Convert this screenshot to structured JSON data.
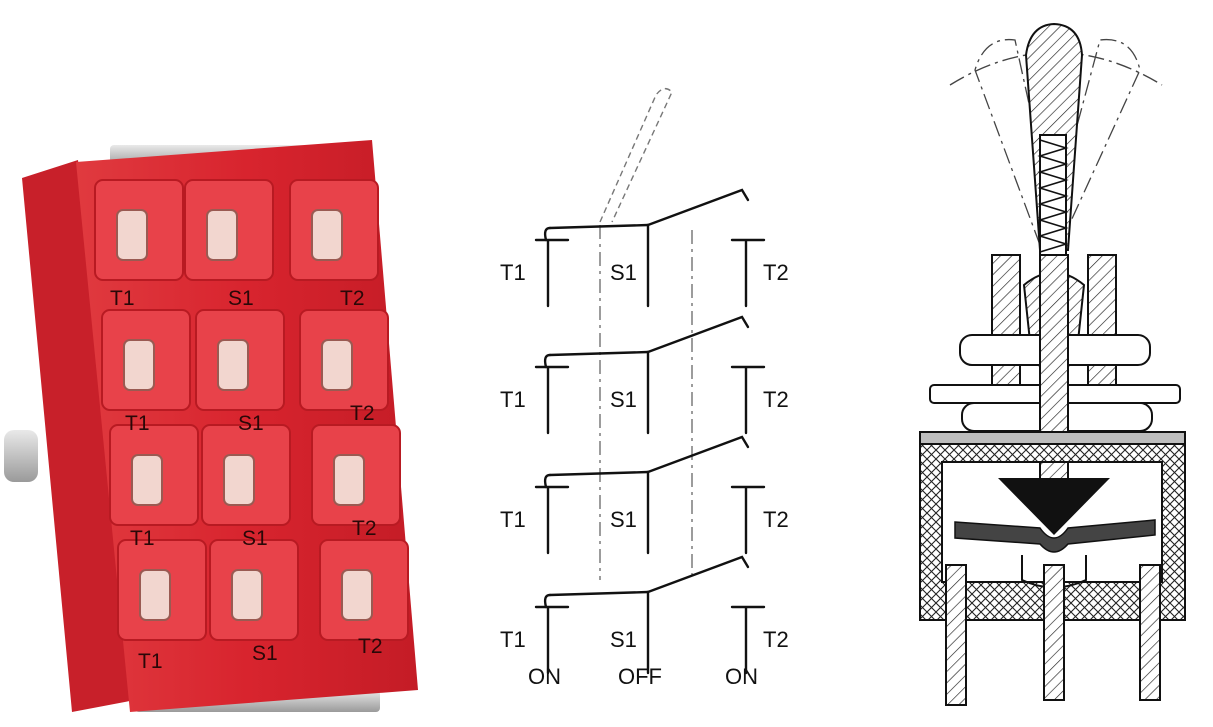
{
  "switch_photo": {
    "rows": [
      {
        "terminals": [
          "T1",
          "S1",
          "T2"
        ]
      },
      {
        "terminals": [
          "T1",
          "S1",
          "T2"
        ]
      },
      {
        "terminals": [
          "T1",
          "S1",
          "T2"
        ]
      },
      {
        "terminals": [
          "T1",
          "S1",
          "T2"
        ]
      }
    ],
    "body_color": "#d8242e"
  },
  "schematic": {
    "poles": [
      {
        "left": "T1",
        "center": "S1",
        "right": "T2"
      },
      {
        "left": "T1",
        "center": "S1",
        "right": "T2"
      },
      {
        "left": "T1",
        "center": "S1",
        "right": "T2"
      },
      {
        "left": "T1",
        "center": "S1",
        "right": "T2"
      }
    ],
    "positions": [
      "ON",
      "OFF",
      "ON"
    ]
  }
}
